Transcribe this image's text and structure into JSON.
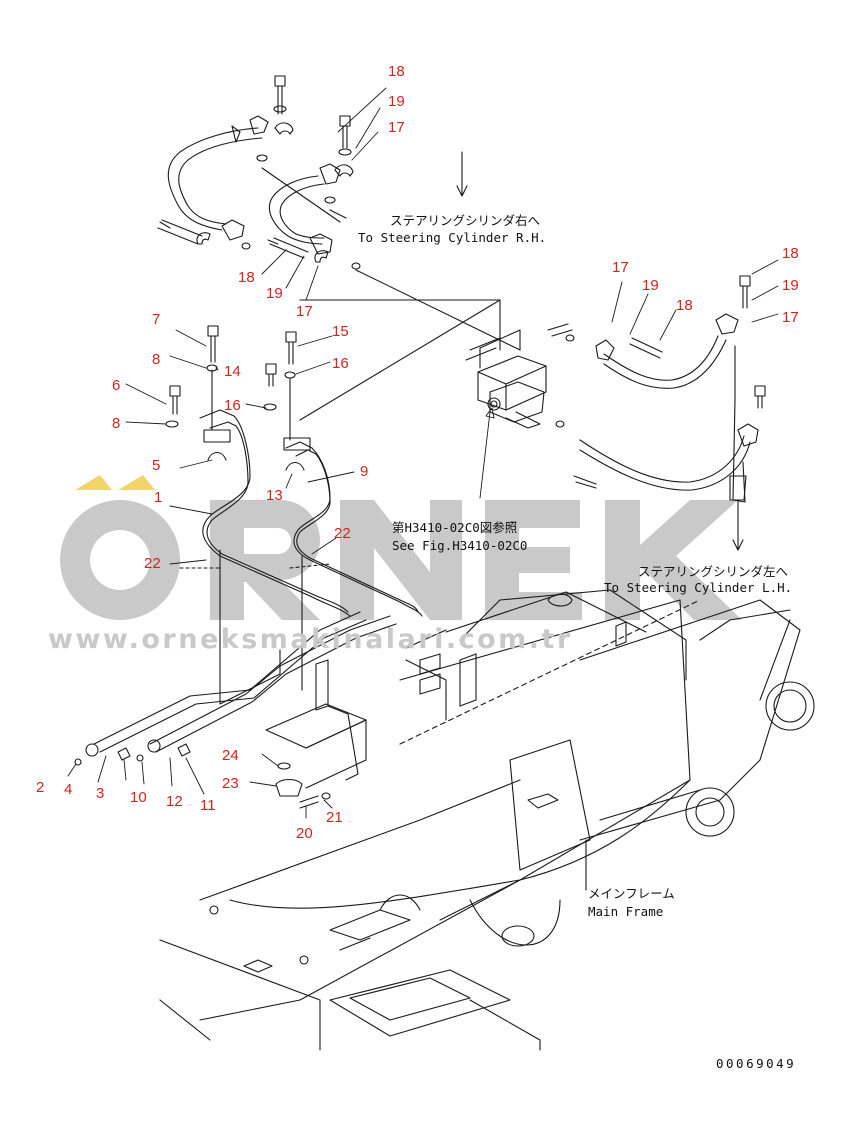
{
  "colors": {
    "callout": "#d2231f",
    "line": "#1a1a1a",
    "watermark": "#c9c9c9",
    "watermark_accent": "#f1d46a"
  },
  "callouts": [
    "18",
    "19",
    "17",
    "18",
    "19",
    "17",
    "17",
    "19",
    "18",
    "18",
    "19",
    "17",
    "7",
    "15",
    "8",
    "14",
    "16",
    "6",
    "16",
    "8",
    "5",
    "13",
    "9",
    "1",
    "22",
    "22",
    "24",
    "23",
    "2",
    "4",
    "3",
    "10",
    "12",
    "11",
    "20",
    "21"
  ],
  "notes": {
    "rh_jp": "ステアリングシリンダ右へ",
    "rh_en": "To Steering Cylinder R.H.",
    "fig_jp": "第H3410-02C0図参照",
    "fig_en": "See Fig.H3410-02C0",
    "lh_jp": "ステアリングシリンダ左へ",
    "lh_en": "To Steering Cylinder L.H.",
    "frame_jp": "メインフレーム",
    "frame_en": "Main Frame"
  },
  "drawing_number": "00069049",
  "watermark": {
    "brand": "ÖRNEK",
    "url": "www.orneksmakinalari.com.tr"
  }
}
